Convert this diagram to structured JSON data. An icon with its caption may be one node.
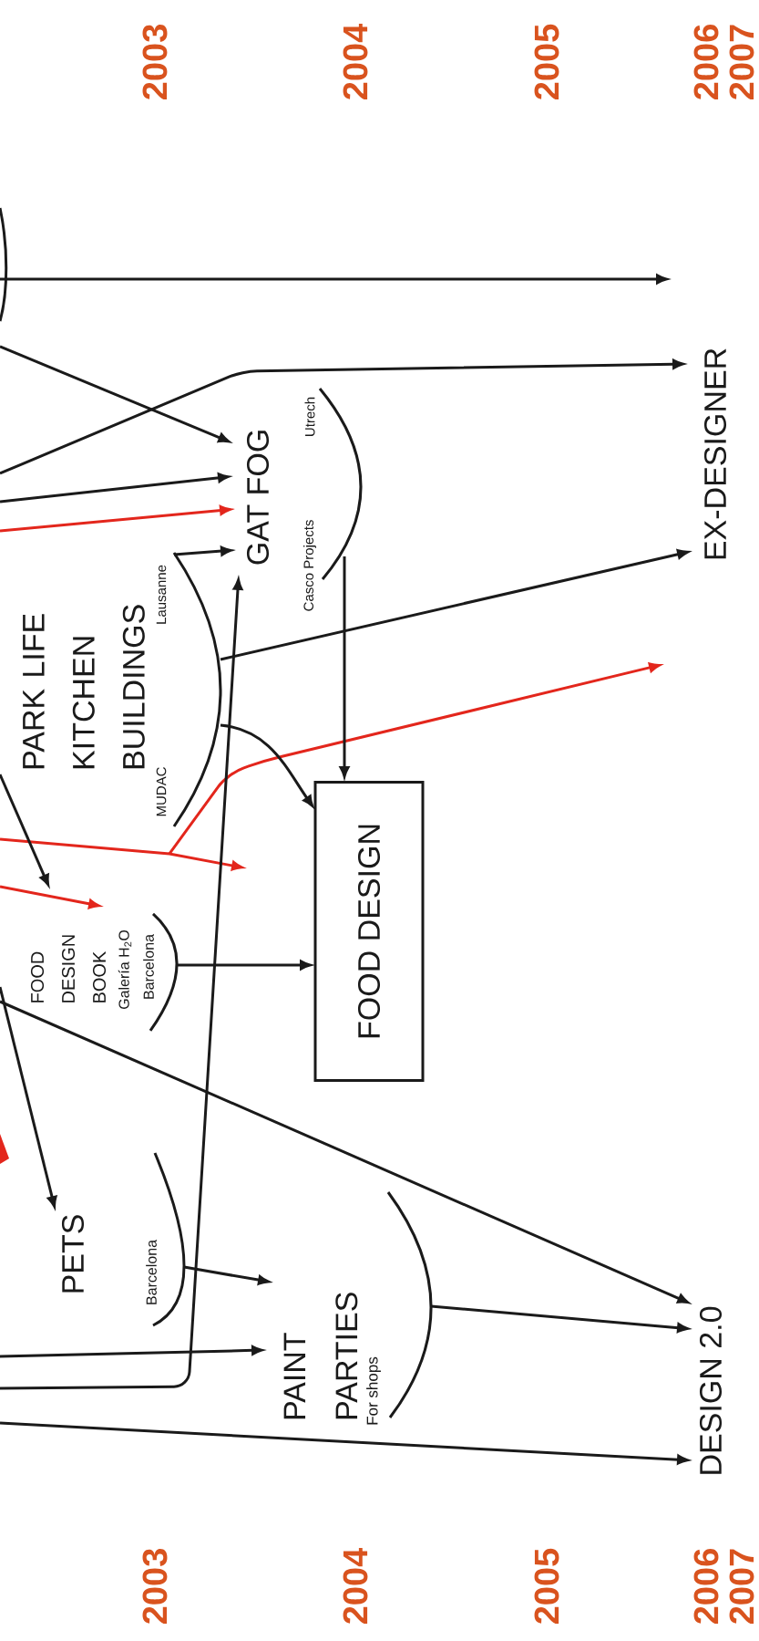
{
  "diagram": {
    "nodes": [
      {
        "text": [
          "GAT FOG",
          "Casco Projects",
          "Utrech"
        ]
      },
      {
        "text": [
          "PARK LIFE KITCHEN BUILDINGS",
          "MUDAC",
          "Lausanne"
        ]
      },
      {
        "text": [
          "FOOD DESIGN BOOK",
          "Galería H$_{2}$O",
          "Barcelona"
        ]
      },
      {
        "text": [
          "FOOD DESIGN"
        ]
      },
      {
        "text": [
          "PETS",
          "Barcelona"
        ]
      },
      {
        "text": [
          "PAINT PARTIES",
          "For shops"
        ]
      },
      {
        "text": [
          "DESIGN 2.0"
        ]
      },
      {
        "text": [
          "EX-DESIGNER"
        ]
      }
    ],
    "edges": [
      {
        "from": null,
        "to": 0,
        "arrow": "to"
      },
      {
        "from": null,
        "to": 0,
        "arrow": "to"
      },
      {
        "from": null,
        "to": 0,
        "arrow": "to",
        "color": "#e3261c"
      },
      {
        "from": 1,
        "to": 0,
        "arrow": "to"
      },
      {
        "from": null,
        "to": 0,
        "arrow": "to"
      },
      {
        "from": null,
        "to": 7,
        "arrow": "to"
      },
      {
        "from": 1,
        "to": 7,
        "arrow": "to"
      },
      {
        "from": 0,
        "to": 3,
        "arrow": "to"
      },
      {
        "from": 1,
        "to": 3,
        "arrow": "to"
      },
      {
        "from": null,
        "to": 2,
        "arrow": "to"
      },
      {
        "from": null,
        "to": 2,
        "arrow": "to",
        "color": "#e3261c"
      },
      {
        "from": 2,
        "to": 3,
        "arrow": "to"
      },
      {
        "from": null,
        "to": 6,
        "arrow": "to"
      },
      {
        "from": null,
        "to": 4,
        "arrow": "to"
      },
      {
        "from": 4,
        "to": 5,
        "arrow": "to"
      },
      {
        "from": null,
        "to": 5,
        "arrow": "to"
      },
      {
        "from": 5,
        "to": 6,
        "arrow": "to"
      },
      {
        "from": null,
        "to": 6,
        "arrow": "to"
      }
    ],
    "labels": [
      "2003",
      "2004",
      "2005",
      "2006",
      "2007",
      "2003",
      "2004",
      "2005",
      "2006",
      "2007"
    ]
  }
}
